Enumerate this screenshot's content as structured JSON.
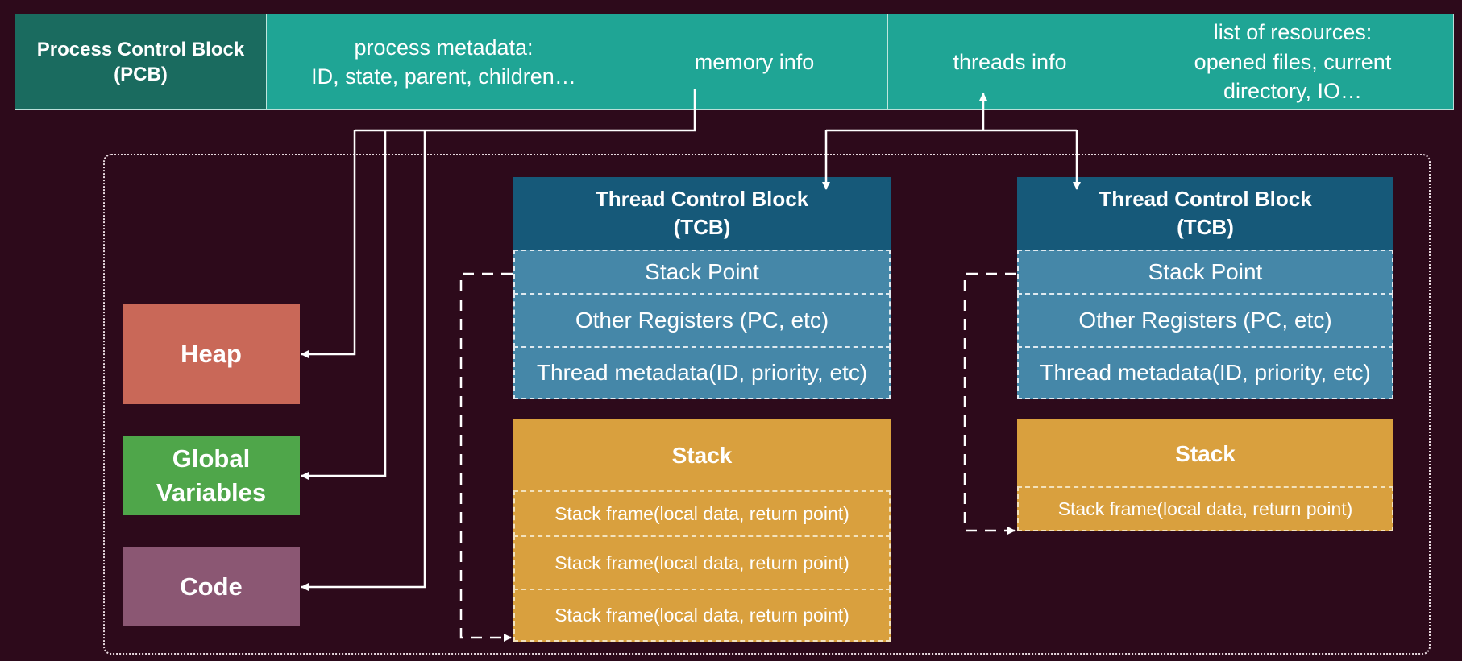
{
  "pcb": {
    "title_line1": "Process Control Block",
    "title_line2": "(PCB)",
    "metadata_line1": "process metadata:",
    "metadata_line2": "ID,  state, parent, children…",
    "memory_info": "memory info",
    "threads_info": "threads info",
    "resources_line1": "list of resources:",
    "resources_line2": "opened files, current",
    "resources_line3": "directory, IO…"
  },
  "memory": {
    "heap": "Heap",
    "globals_line1": "Global",
    "globals_line2": "Variables",
    "code": "Code"
  },
  "threads": [
    {
      "tcb_line1": "Thread Control Block",
      "tcb_line2": "(TCB)",
      "stack_point": "Stack Point",
      "other_registers": "Other Registers (PC, etc)",
      "thread_metadata": "Thread metadata(ID, priority, etc)",
      "stack_title": "Stack",
      "frames": [
        "Stack frame(local data, return point)",
        "Stack frame(local data, return point)",
        "Stack frame(local data, return point)"
      ]
    },
    {
      "tcb_line1": "Thread Control Block",
      "tcb_line2": "(TCB)",
      "stack_point": "Stack Point",
      "other_registers": "Other Registers (PC, etc)",
      "thread_metadata": "Thread metadata(ID, priority, etc)",
      "stack_title": "Stack",
      "frames": [
        "Stack frame(local data, return point)"
      ]
    }
  ],
  "colors": {
    "background": "#2d0a1b",
    "pcb_cell": "#1fa595",
    "pcb_title": "#1a6b5f",
    "heap": "#c96858",
    "globals": "#4fa64a",
    "code": "#8b5773",
    "tcb_head": "#165979",
    "tcb_row": "#4587a8",
    "stack": "#d9a03e"
  }
}
